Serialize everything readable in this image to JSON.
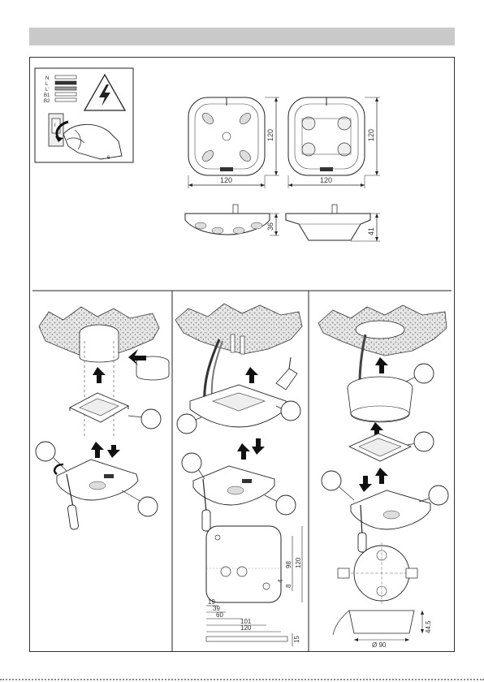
{
  "warning_panel": {
    "wire_labels": [
      "N",
      "L",
      "L'",
      "B1",
      "B2"
    ],
    "switch_label": "I",
    "hand_mark": "6",
    "icon": "high-voltage-icon"
  },
  "top_view_dimensions": {
    "front_width": "120",
    "front_height": "120",
    "back_width": "120",
    "back_height": "120",
    "side_height": "36",
    "side_height_ii": "41"
  },
  "plan_dimensions": {
    "d98": "98",
    "d120v": "120",
    "d4": "4",
    "d8": "8",
    "d19": "19",
    "d39": "39",
    "d60": "60",
    "d101": "101",
    "d120h": "120",
    "d15": "15"
  },
  "round_box_dimensions": {
    "diameter": "Ø 90",
    "depth": "44,5"
  }
}
